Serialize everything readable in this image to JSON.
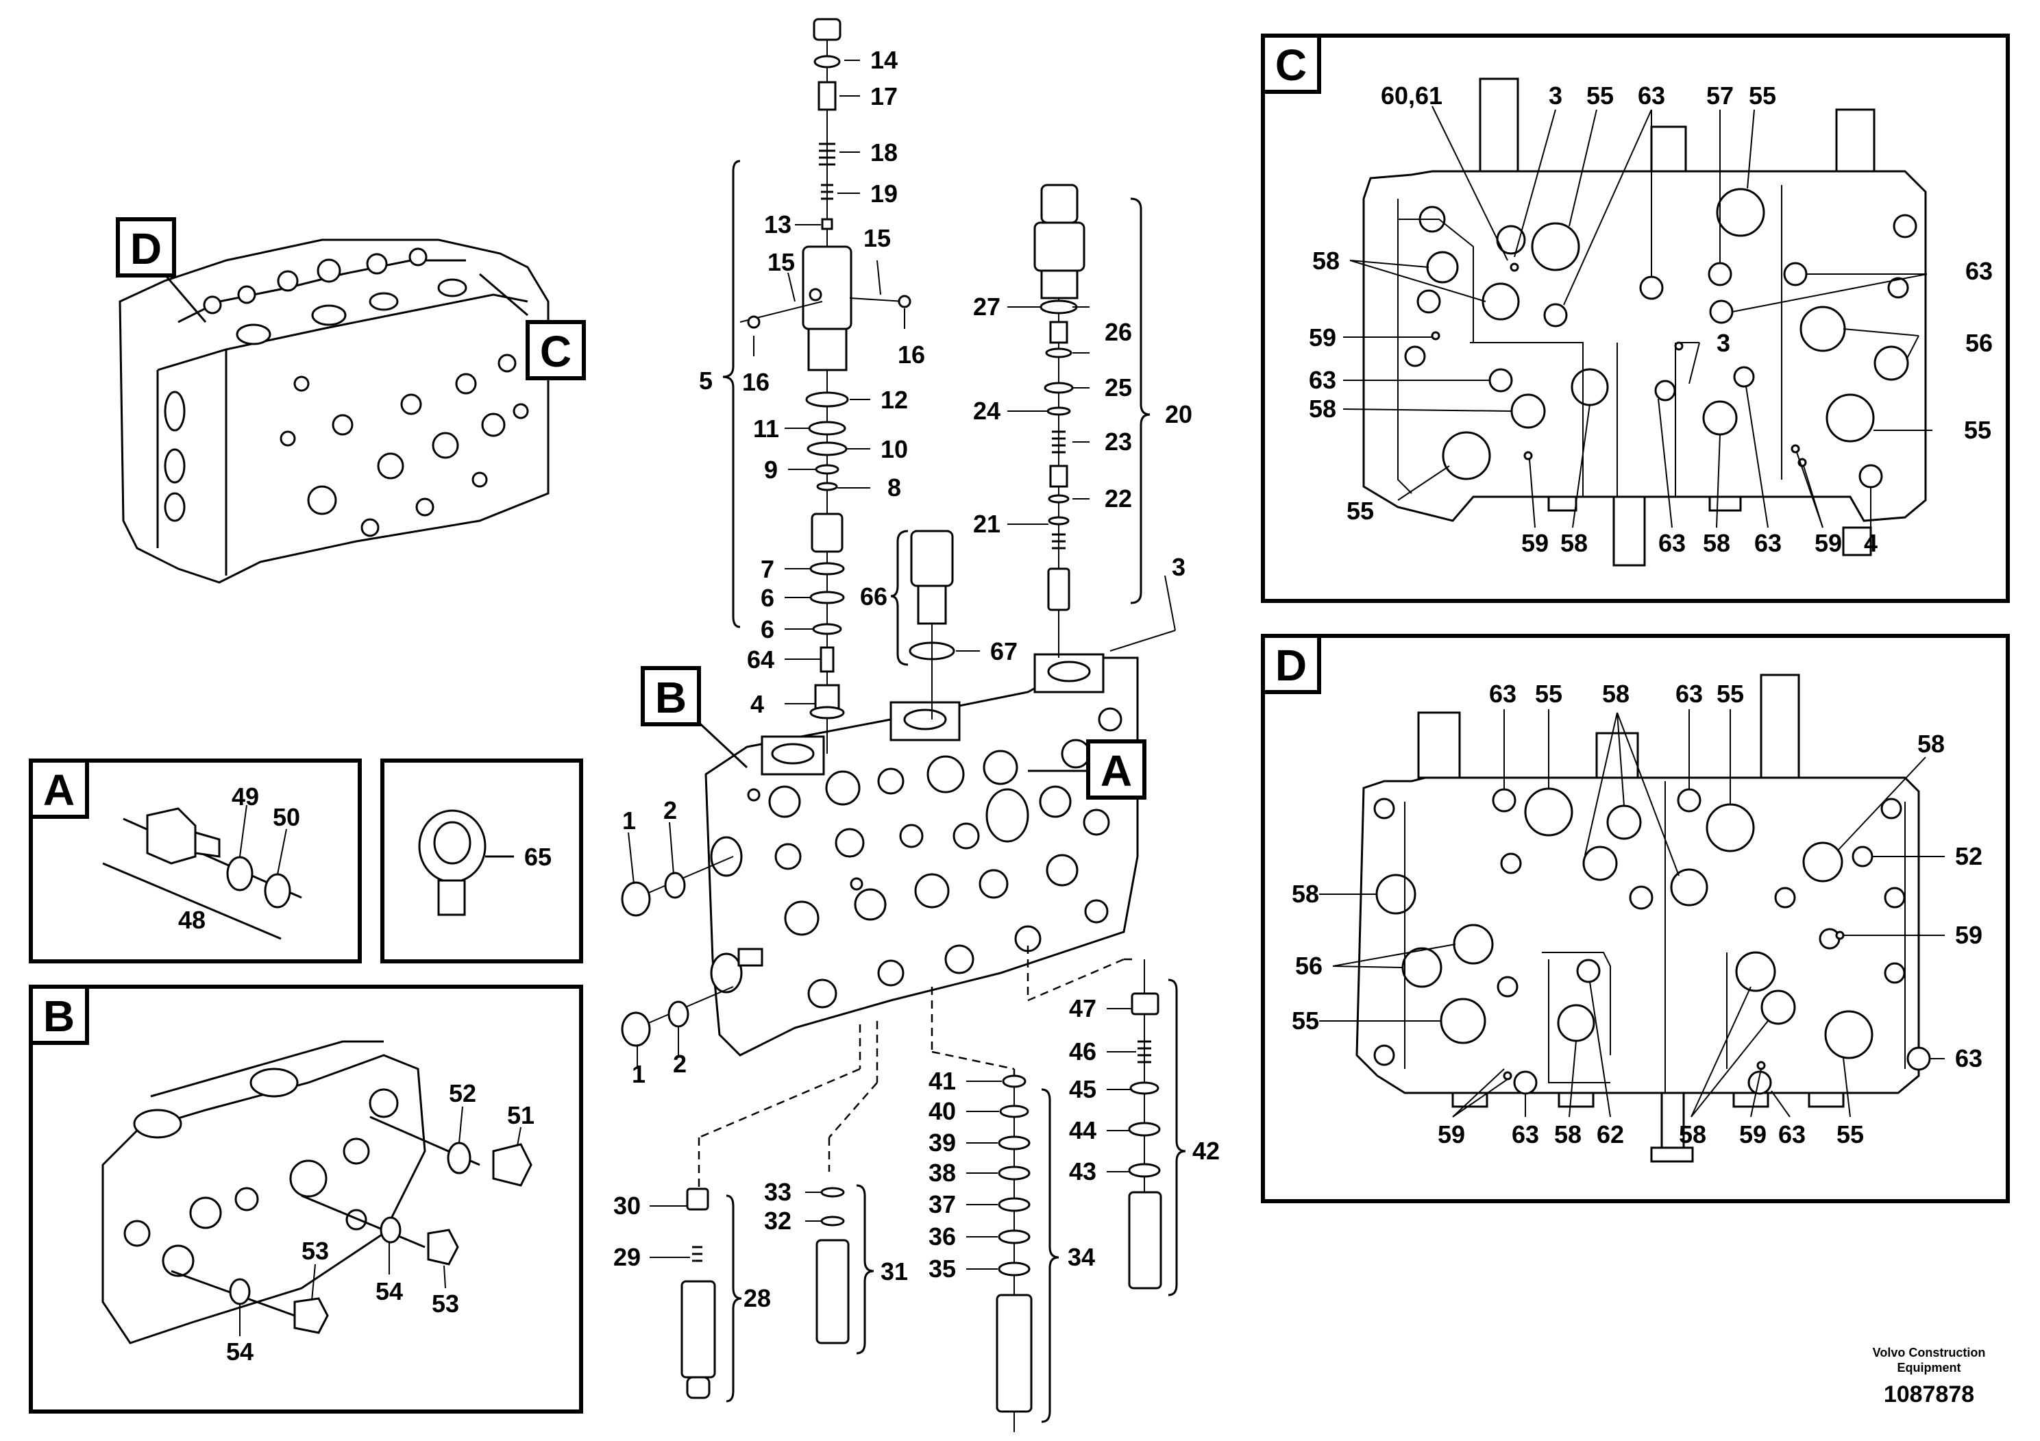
{
  "diagram": {
    "box_letters": {
      "A": "A",
      "B": "B",
      "C": "C",
      "D": "D"
    },
    "callouts": {
      "p1a": "1",
      "p1b": "1",
      "p2a": "2",
      "p2b": "2",
      "p3": "3",
      "p4": "4",
      "p5": "5",
      "p6a": "6",
      "p6b": "6",
      "p7": "7",
      "p8": "8",
      "p9": "9",
      "p10": "10",
      "p11": "11",
      "p12": "12",
      "p13": "13",
      "p14": "14",
      "p15a": "15",
      "p15b": "15",
      "p16a": "16",
      "p16b": "16",
      "p17": "17",
      "p18": "18",
      "p19": "19",
      "p20": "20",
      "p21": "21",
      "p22": "22",
      "p23": "23",
      "p24": "24",
      "p25": "25",
      "p26": "26",
      "p27": "27",
      "p28": "28",
      "p29": "29",
      "p30": "30",
      "p31": "31",
      "p32": "32",
      "p33": "33",
      "p34": "34",
      "p35": "35",
      "p36": "36",
      "p37": "37",
      "p38": "38",
      "p39": "39",
      "p40": "40",
      "p41": "41",
      "p42": "42",
      "p43": "43",
      "p44": "44",
      "p45": "45",
      "p46": "46",
      "p47": "47",
      "p48": "48",
      "p49": "49",
      "p50": "50",
      "p51": "51",
      "p52": "52",
      "p53a": "53",
      "p53b": "53",
      "p54a": "54",
      "p54b": "54",
      "p64": "64",
      "p65": "65",
      "p66": "66",
      "p67": "67"
    },
    "detail_c": {
      "c60_61": "60,61",
      "c3a": "3",
      "c55a": "55",
      "c63a": "63",
      "c57": "57",
      "c55b": "55",
      "c58a": "58",
      "c63b": "63",
      "c59a": "59",
      "c3b": "3",
      "c56": "56",
      "c63c": "63",
      "c58b": "58",
      "c55c": "55",
      "c55d": "55",
      "c59b": "59",
      "c58c": "58",
      "c63d": "63",
      "c58d": "58",
      "c63e": "63",
      "c59c": "59",
      "c4": "4"
    },
    "detail_d": {
      "d63a": "63",
      "d55a": "55",
      "d58a": "58",
      "d63b": "63",
      "d55b": "55",
      "d58b": "58",
      "d52": "52",
      "d58c": "58",
      "d59a": "59",
      "d56": "56",
      "d55c": "55",
      "d63c": "63",
      "d59b": "59",
      "d63d": "63",
      "d58d": "58",
      "d62": "62",
      "d58e": "58",
      "d59c": "59",
      "d63e": "63",
      "d55d": "55"
    }
  },
  "footer": {
    "company_line1": "Volvo Construction",
    "company_line2": "Equipment",
    "drawing_number": "1087878"
  }
}
